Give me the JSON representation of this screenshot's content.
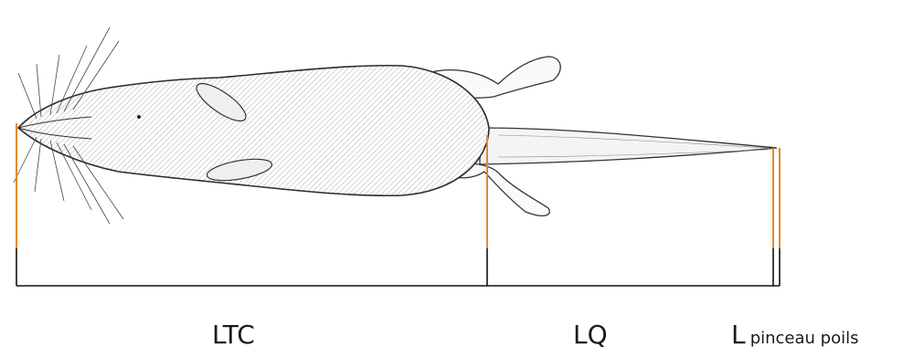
{
  "figure": {
    "subject": "rodent-dorsal-view-drawing",
    "marker_color": "#e8872e",
    "line_color": "#111111"
  },
  "labels": {
    "ltc": "LTC",
    "lq": "LQ",
    "l_main": "L",
    "l_sub": "pinceau poils"
  }
}
